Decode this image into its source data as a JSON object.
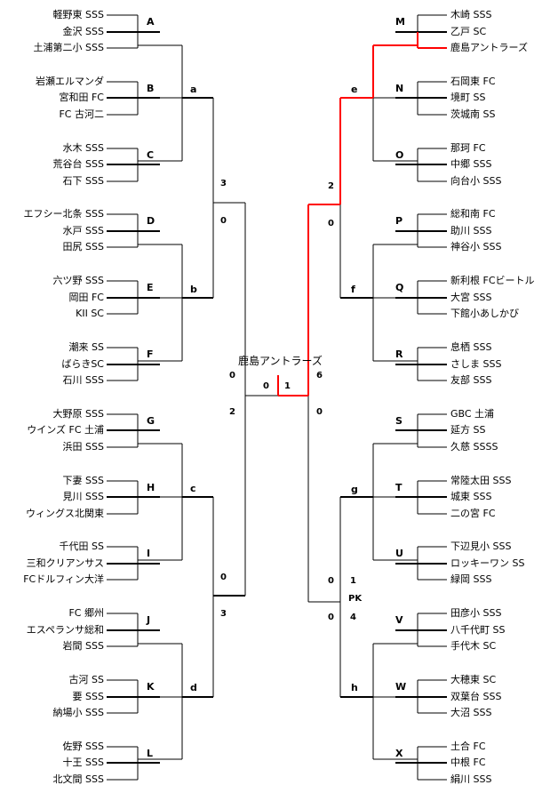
{
  "champion": "鹿島アントラーズ",
  "left_groups": [
    {
      "label": "A",
      "teams": [
        "軽野東 SSS",
        "金沢 SSS",
        "土浦第二小 SSS"
      ]
    },
    {
      "label": "B",
      "teams": [
        "岩瀬エルマンダ",
        "宮和田 FC",
        "FC 古河二"
      ]
    },
    {
      "label": "C",
      "teams": [
        "水木 SSS",
        "荒谷台 SSS",
        "石下 SSS"
      ]
    },
    {
      "label": "D",
      "teams": [
        "エフシー北条 SSS",
        "水戸 SSS",
        "田尻 SSS"
      ]
    },
    {
      "label": "E",
      "teams": [
        "六ツ野 SSS",
        "岡田 FC",
        "KII SC"
      ]
    },
    {
      "label": "F",
      "teams": [
        "潮来 SS",
        "ばらきSC",
        "石川 SSS"
      ]
    },
    {
      "label": "G",
      "teams": [
        "大野原 SSS",
        "ウインズ FC 土浦",
        "浜田 SSS"
      ]
    },
    {
      "label": "H",
      "teams": [
        "下妻 SSS",
        "見川 SSS",
        "ウィングス北関東"
      ]
    },
    {
      "label": "I",
      "teams": [
        "千代田 SS",
        "三和クリアンサス",
        "FCドルフィン大洋"
      ]
    },
    {
      "label": "J",
      "teams": [
        "FC 郷州",
        "エスペランサ総和",
        "岩間 SSS"
      ]
    },
    {
      "label": "K",
      "teams": [
        "古河 SS",
        "要 SSS",
        "納場小 SSS"
      ]
    },
    {
      "label": "L",
      "teams": [
        "佐野 SSS",
        "十王 SSS",
        "北文間 SSS"
      ]
    }
  ],
  "right_groups": [
    {
      "label": "M",
      "teams": [
        "木崎 SSS",
        "乙戸 SC",
        "鹿島アントラーズ"
      ]
    },
    {
      "label": "N",
      "teams": [
        "石岡東 FC",
        "境町 SS",
        "茨城南 SS"
      ]
    },
    {
      "label": "O",
      "teams": [
        "那珂 FC",
        "中郷 SSS",
        "向台小 SSS"
      ]
    },
    {
      "label": "P",
      "teams": [
        "総和南 FC",
        "助川 SSS",
        "神谷小 SSS"
      ]
    },
    {
      "label": "Q",
      "teams": [
        "新利根 FCビートル",
        "大宮 SSS",
        "下館小あしかび"
      ]
    },
    {
      "label": "R",
      "teams": [
        "息栖 SSS",
        "さしま SSS",
        "友部 SSS"
      ]
    },
    {
      "label": "S",
      "teams": [
        "GBC 土浦",
        "延方 SS",
        "久慈 SSSS"
      ]
    },
    {
      "label": "T",
      "teams": [
        "常陸太田 SSS",
        "城東 SSS",
        "二の宮 FC"
      ]
    },
    {
      "label": "U",
      "teams": [
        "下辺見小 SSS",
        "ロッキーワン SS",
        "緑岡 SSS"
      ]
    },
    {
      "label": "V",
      "teams": [
        "田彦小 SSS",
        "八千代町 SS",
        "手代木 SC"
      ]
    },
    {
      "label": "W",
      "teams": [
        "大穂東 SC",
        "双葉台 SSS",
        "大沼 SSS"
      ]
    },
    {
      "label": "X",
      "teams": [
        "土合 FC",
        "中根 FC",
        "絹川 SSS"
      ]
    }
  ],
  "second_round": {
    "a": "a",
    "b": "b",
    "c": "c",
    "d": "d",
    "e": "e",
    "f": "f",
    "g": "g",
    "h": "h"
  },
  "scores": {
    "ab_top": "3",
    "ab_bot": "0",
    "cd_top": "0",
    "cd_bot": "3",
    "ef_top": "2",
    "ef_bot": "0",
    "gh_top_pk": "1",
    "pk": "PK",
    "gh_bot_pk": "4",
    "gh_top": "0",
    "gh_bot": "0",
    "semi_left_top": "0",
    "semi_left_bot": "2",
    "semi_right_top": "6",
    "semi_right_bot": "0",
    "final_left": "0",
    "final_right": "1"
  },
  "colors": {
    "line": "#000000",
    "winner": "#ff0000"
  }
}
